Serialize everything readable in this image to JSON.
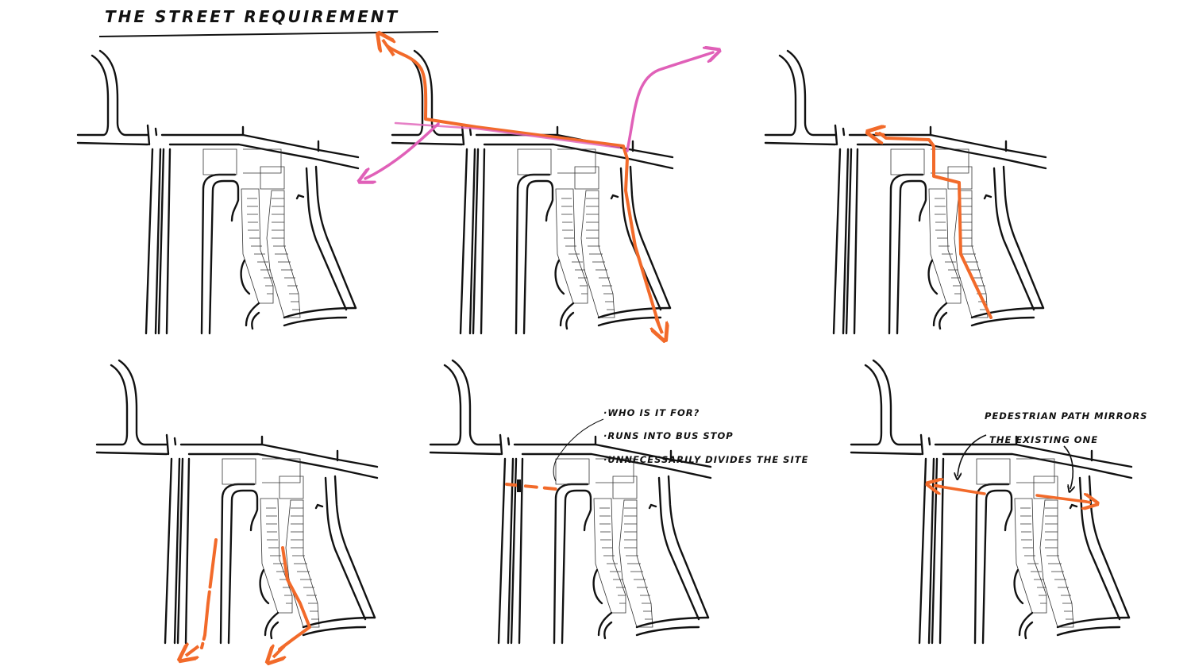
{
  "title": "THE STREET REQUIREMENT",
  "colors": {
    "ink": "#111111",
    "orange": "#F26A2A",
    "pink": "#E060B8",
    "background": "#ffffff"
  },
  "panels": [
    {
      "id": "panel-1",
      "overlay": "none"
    },
    {
      "id": "panel-2",
      "overlay": "main street route with pink connection arrows"
    },
    {
      "id": "panel-3",
      "overlay": "internal street route"
    },
    {
      "id": "panel-4",
      "overlay": "two southbound routes"
    },
    {
      "id": "panel-5",
      "overlay": "dashed cross link with note"
    },
    {
      "id": "panel-6",
      "overlay": "pedestrian path with note"
    }
  ],
  "notes": {
    "panel5": {
      "line1": "·WHO IS IT FOR?",
      "line2": "·RUNS INTO BUS STOP",
      "line3": "·UNNECESSARILY DIVIDES THE SITE"
    },
    "panel6": {
      "line1": "PEDESTRIAN PATH   MIRRORS",
      "line2": "THE EXISTING ONE"
    }
  }
}
